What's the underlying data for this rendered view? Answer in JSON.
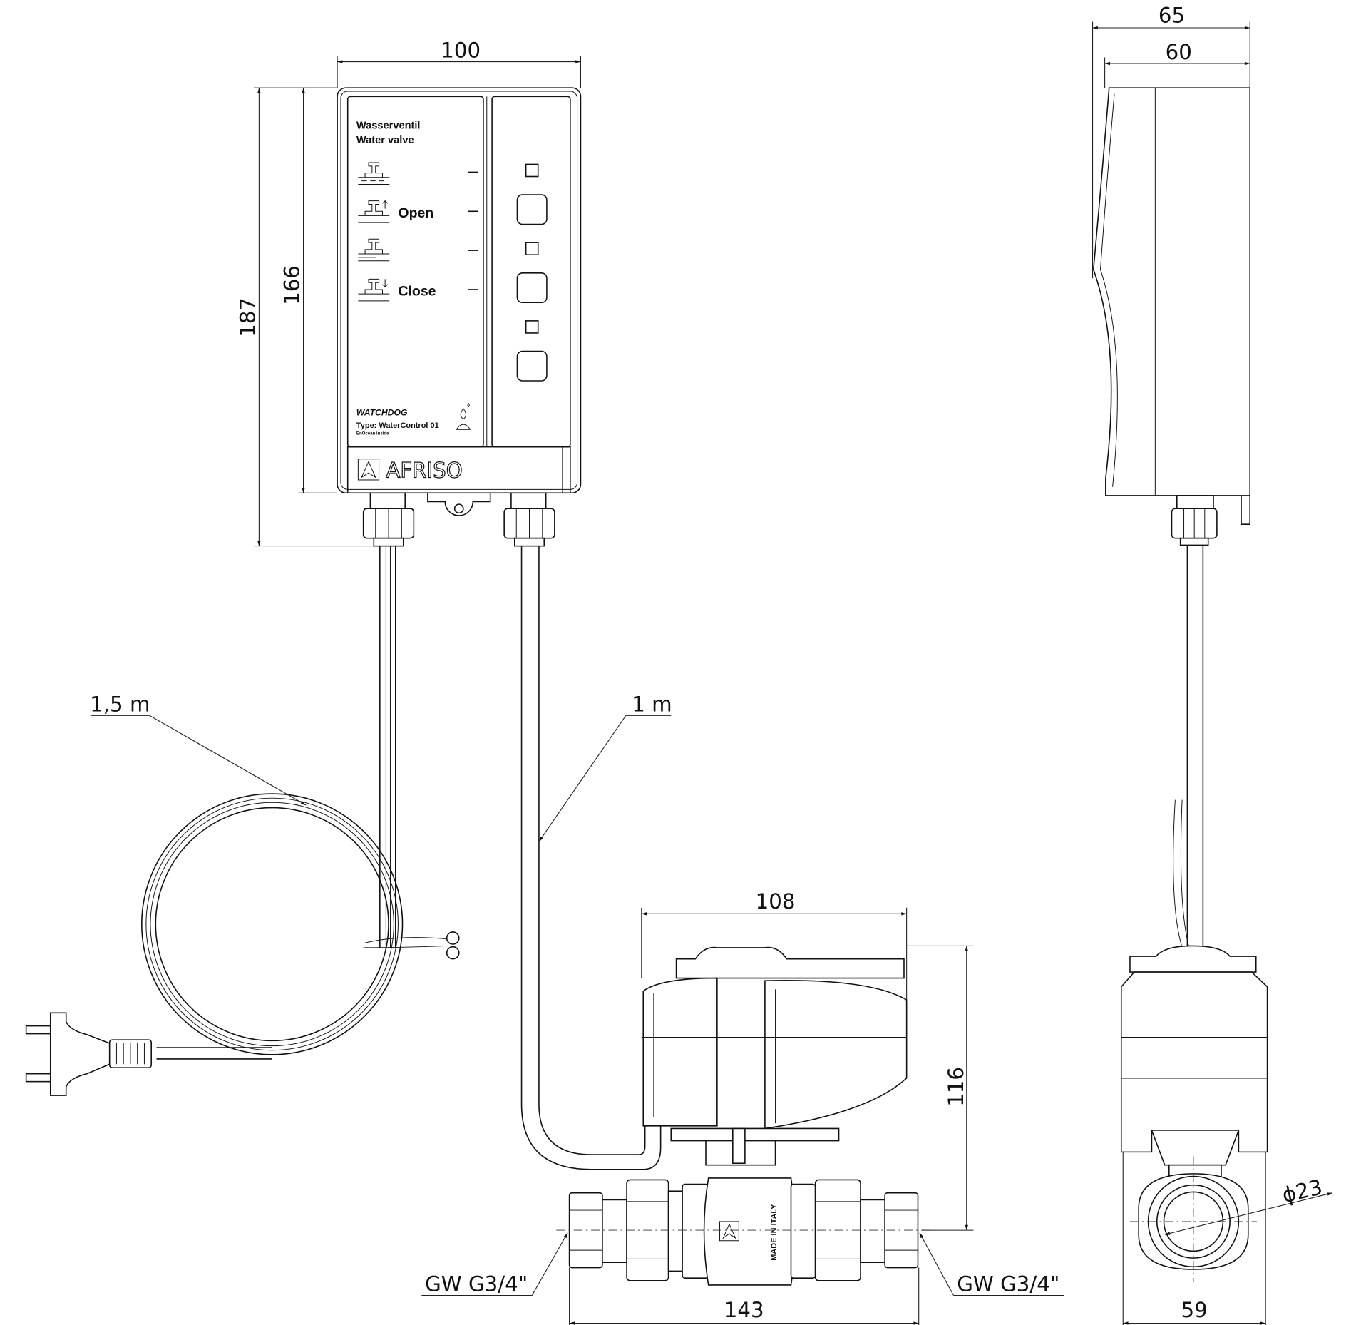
{
  "dimensions": {
    "box_width": "100",
    "box_height_total": "187",
    "box_height": "166",
    "side_depth_total": "65",
    "side_depth": "60",
    "actuator_width": "108",
    "valve_height": "116",
    "valve_length": "143",
    "valve_side_width": "59",
    "pipe_diameter": "ϕ23"
  },
  "cables": {
    "power_cable_length": "1,5 m",
    "valve_cable_length": "1 m"
  },
  "threads": {
    "left": "GW G3/4\"",
    "right": "GW G3/4\""
  },
  "control_panel": {
    "title_de": "Wasserventil",
    "title_en": "Water valve",
    "open_label": "Open",
    "close_label": "Close",
    "brand_line": "WATCHDOG",
    "type_line": "Type: WaterControl 01",
    "sub_line": "EnOcean inside",
    "manufacturer": "AFRISO"
  },
  "valve_body": {
    "origin_text": "MADE IN ITALY"
  }
}
